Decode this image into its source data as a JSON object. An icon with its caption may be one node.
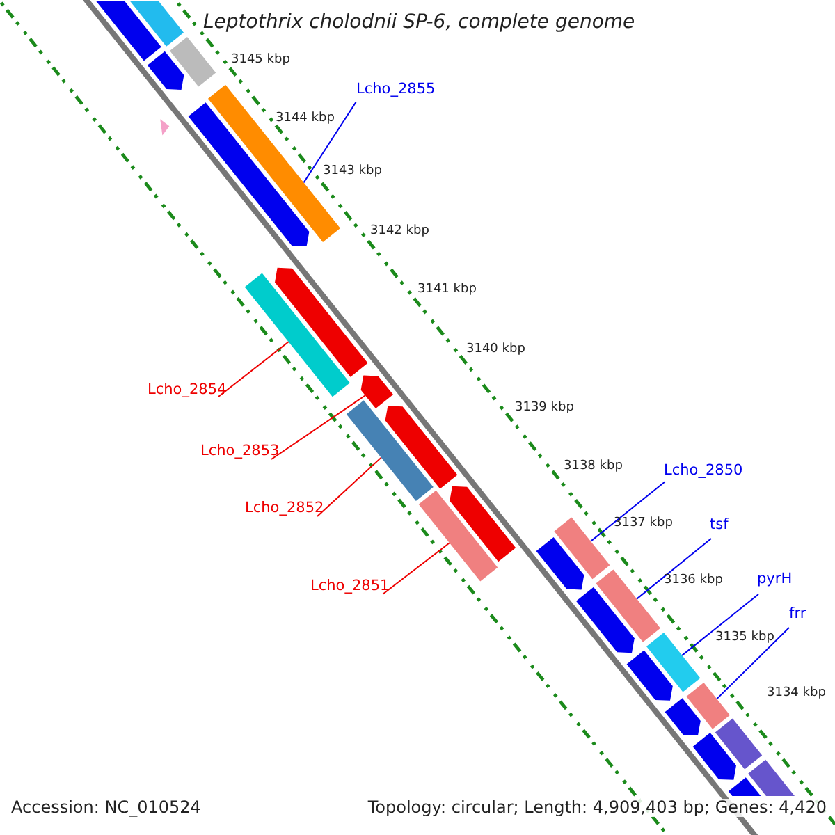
{
  "diagram": {
    "title": "Leptothrix cholodnii SP-6, complete genome",
    "nodes": [
      {
        "text": [
          "Lcho_2855"
        ]
      },
      {
        "text": [],
        "shape": "bar"
      },
      {
        "text": [
          "Lcho_2854"
        ]
      },
      {
        "text": [],
        "shape": "bar"
      },
      {
        "text": [
          "Lcho_2853"
        ]
      },
      {
        "text": [],
        "shape": "bar"
      },
      {
        "text": [
          "Lcho_2852"
        ]
      },
      {
        "text": [],
        "shape": "bar"
      },
      {
        "text": [
          "Lcho_2851"
        ]
      },
      {
        "text": [],
        "shape": "bar"
      },
      {
        "text": [
          "Lcho_2850"
        ]
      },
      {
        "text": [],
        "shape": "bar"
      },
      {
        "text": [
          "tsf"
        ]
      },
      {
        "text": [],
        "shape": "bar"
      },
      {
        "text": [
          "pyrH"
        ]
      },
      {
        "text": [],
        "shape": "bar"
      },
      {
        "text": [
          "frr"
        ]
      },
      {
        "text": [],
        "shape": "bar"
      },
      {
        "text": [],
        "shape": "bar"
      },
      {
        "text": [],
        "shape": "bar"
      },
      {
        "text": [],
        "shape": "bar"
      },
      {
        "text": [],
        "shape": "bar"
      },
      {
        "text": [],
        "shape": "bar"
      },
      {
        "text": [],
        "shape": "triangle"
      },
      {
        "text": [],
        "shape": "bar"
      },
      {
        "text": [],
        "shape": "bar"
      },
      {
        "text": [],
        "shape": "bar"
      },
      {
        "text": [],
        "shape": "bar"
      },
      {
        "text": [],
        "shape": "bar"
      },
      {
        "text": [],
        "shape": "bar"
      },
      {
        "text": [],
        "shape": "bar"
      },
      {
        "text": [],
        "shape": "bar"
      },
      {
        "text": [],
        "shape": "bar"
      },
      {
        "text": [],
        "shape": "bar"
      },
      {
        "text": [],
        "shape": "bar"
      }
    ],
    "edges": [
      {
        "from": 0,
        "to": 1,
        "arrow": "none"
      },
      {
        "from": 2,
        "to": 3,
        "arrow": "none",
        "color": "#ee0000"
      },
      {
        "from": 4,
        "to": 5,
        "arrow": "none",
        "color": "#ee0000"
      },
      {
        "from": 6,
        "to": 7,
        "arrow": "none",
        "color": "#ee0000"
      },
      {
        "from": 8,
        "to": 9,
        "arrow": "none",
        "color": "#ee0000"
      },
      {
        "from": 10,
        "to": 11,
        "arrow": "none"
      },
      {
        "from": 12,
        "to": 13,
        "arrow": "none"
      },
      {
        "from": 14,
        "to": 15,
        "arrow": "none"
      },
      {
        "from": 16,
        "to": 17,
        "arrow": "none"
      }
    ],
    "labels": [
      "3145 kbp",
      "3144 kbp",
      "3143 kbp",
      "3142 kbp",
      "3141 kbp",
      "3140 kbp",
      "3139 kbp",
      "3138 kbp",
      "3137 kbp",
      "3136 kbp",
      "3135 kbp",
      "3134 kbp",
      "Accession: NC_010524",
      "Topology: circular; Length: 4,909,403 bp; Genes: 4,420"
    ]
  }
}
